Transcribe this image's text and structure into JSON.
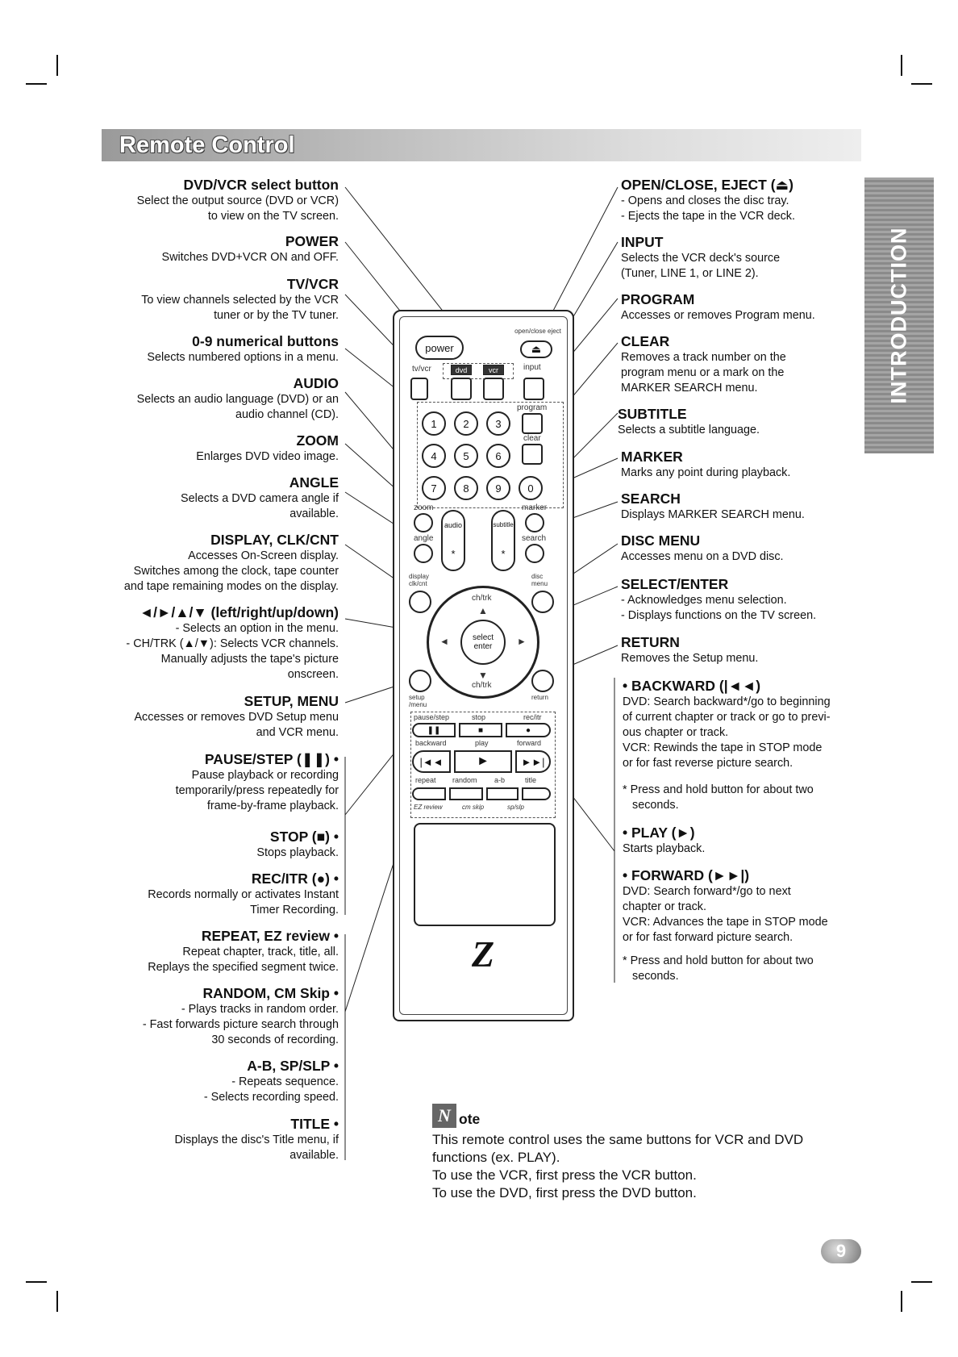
{
  "header": {
    "title": "Remote Control"
  },
  "side_tab": {
    "label": "INTRODUCTION"
  },
  "left_items": [
    {
      "title": "DVD/VCR select button",
      "desc": [
        "Select the output source (DVD or VCR)",
        "to view on the TV screen."
      ]
    },
    {
      "title": "POWER",
      "desc": [
        "Switches DVD+VCR ON and OFF."
      ]
    },
    {
      "title": "TV/VCR",
      "desc": [
        "To view channels selected by the VCR",
        "tuner or by the TV tuner."
      ]
    },
    {
      "title": "0-9 numerical buttons",
      "desc": [
        "Selects numbered options in a menu."
      ]
    },
    {
      "title": "AUDIO",
      "desc": [
        "Selects an audio language (DVD) or an",
        "audio channel (CD)."
      ]
    },
    {
      "title": "ZOOM",
      "desc": [
        "Enlarges DVD video image."
      ]
    },
    {
      "title": "ANGLE",
      "desc": [
        "Selects a DVD camera angle if",
        "available."
      ]
    },
    {
      "title": "DISPLAY, CLK/CNT",
      "desc": [
        "Accesses On-Screen display.",
        "Switches among the clock, tape counter",
        "and tape remaining modes on the display."
      ]
    },
    {
      "title": "◄/►/▲/▼ (left/right/up/down)",
      "desc": [
        "- Selects an option in the menu.",
        "- CH/TRK (▲/▼): Selects VCR channels.",
        "Manually adjusts the tape's picture",
        "onscreen."
      ]
    },
    {
      "title": "SETUP, MENU",
      "desc": [
        "Accesses or removes DVD Setup menu",
        "and VCR menu."
      ]
    },
    {
      "title": "PAUSE/STEP (❚❚) •",
      "desc": [
        "Pause playback or recording",
        "temporarily/press repeatedly for",
        "frame-by-frame playback."
      ]
    },
    {
      "title": "STOP (■) •",
      "desc": [
        "Stops playback."
      ]
    },
    {
      "title": "REC/ITR (●) •",
      "desc": [
        "Records normally or activates Instant",
        "Timer Recording."
      ]
    },
    {
      "title": "REPEAT, EZ review •",
      "desc": [
        "Repeat chapter, track, title, all.",
        "Replays the specified segment twice."
      ]
    },
    {
      "title": "RANDOM, CM Skip •",
      "desc": [
        "- Plays tracks in random order.",
        "- Fast forwards picture search through",
        "30 seconds of recording."
      ]
    },
    {
      "title": "A-B, SP/SLP •",
      "desc": [
        "- Repeats sequence.",
        "- Selects recording speed."
      ]
    },
    {
      "title": "TITLE •",
      "desc": [
        "Displays the disc's Title menu, if",
        "available."
      ]
    }
  ],
  "right_items": [
    {
      "title": "OPEN/CLOSE, EJECT (⏏)",
      "desc": [
        "- Opens and closes the disc tray.",
        "- Ejects the tape in the VCR deck."
      ]
    },
    {
      "title": "INPUT",
      "desc": [
        "Selects the VCR deck's source",
        "(Tuner, LINE 1, or LINE 2)."
      ]
    },
    {
      "title": "PROGRAM",
      "desc": [
        "Accesses or removes Program menu."
      ]
    },
    {
      "title": "CLEAR",
      "desc": [
        "Removes a track number on the",
        "program menu or a mark on the",
        "MARKER SEARCH menu."
      ]
    },
    {
      "title": "SUBTITLE",
      "desc": [
        "Selects a subtitle language."
      ]
    },
    {
      "title": "MARKER",
      "desc": [
        "Marks any point during playback."
      ]
    },
    {
      "title": "SEARCH",
      "desc": [
        "Displays MARKER SEARCH menu."
      ]
    },
    {
      "title": "DISC MENU",
      "desc": [
        "Accesses menu on a DVD disc."
      ]
    },
    {
      "title": "SELECT/ENTER",
      "desc": [
        "- Acknowledges menu selection.",
        "- Displays functions on the TV screen."
      ]
    },
    {
      "title": "RETURN",
      "desc": [
        "Removes the Setup menu."
      ]
    },
    {
      "title": "• BACKWARD (|◄◄)",
      "desc": [
        "DVD: Search backward*/go to beginning",
        "of current chapter or track or go to previ-",
        "ous chapter or track.",
        "VCR: Rewinds the tape in STOP mode",
        "or for fast reverse picture search."
      ]
    },
    {
      "title": "",
      "desc": [
        "* Press and hold button for about two",
        "seconds."
      ]
    },
    {
      "title": "• PLAY (►)",
      "desc": [
        "Starts playback."
      ]
    },
    {
      "title": "• FORWARD (►►|)",
      "desc": [
        "DVD: Search forward*/go to next",
        "chapter or track.",
        "VCR: Advances the tape in STOP mode",
        "or for fast forward picture search."
      ]
    },
    {
      "title": "",
      "desc": [
        "* Press and hold button for about two",
        "seconds."
      ]
    }
  ],
  "remote": {
    "power": "power",
    "eject": "⏏",
    "open_close_eject": "open/close eject",
    "tvvcr": "tv/vcr",
    "dvd": "dvd",
    "vcr": "vcr",
    "input": "input",
    "program": "program",
    "clear": "clear",
    "digits": [
      "1",
      "2",
      "3",
      "4",
      "5",
      "6",
      "7",
      "8",
      "9",
      "0"
    ],
    "zoom": "zoom",
    "marker": "marker",
    "angle": "angle",
    "search": "search",
    "audio": "audio",
    "subtitle": "subtitle",
    "star": "*",
    "display": "display clk/cnt",
    "disc_menu": "disc menu",
    "chtrk": "ch/trk",
    "select": "select enter",
    "setup": "setup /menu",
    "return": "return",
    "pause_lbl": "pause/step",
    "stop_lbl": "stop",
    "rec_lbl": "rec/itr",
    "backward_lbl": "backward",
    "play_lbl": "play",
    "forward_lbl": "forward",
    "repeat_lbl": "repeat",
    "random_lbl": "random",
    "ab_lbl": "a-b",
    "title_lbl": "title",
    "ez_lbl": "EZ review",
    "cm_lbl": "cm skip",
    "sp_lbl": "sp/slp",
    "logo": "Z"
  },
  "note": {
    "icon": "N",
    "heading": "ote",
    "lines": [
      "This remote control uses the same buttons for VCR and DVD",
      "functions (ex. PLAY).",
      "To use the VCR, first press the VCR button.",
      "To use the DVD, first press the DVD button."
    ]
  },
  "page_number": "9"
}
